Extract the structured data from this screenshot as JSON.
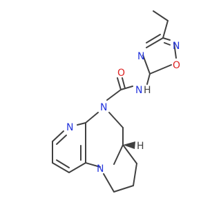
{
  "molecule": {
    "atoms": {
      "n_oxadiazole_top": "N",
      "o_oxadiazole": "O",
      "n_oxadiazole_bottom": "N",
      "nh": "N",
      "nh_h": "H",
      "carbonyl_o": "O",
      "n_diazocine": "N",
      "n_pyridine": "N",
      "n_pyrrolidine": "N",
      "stereo_h": "H"
    },
    "colors": {
      "nitrogen": "#2233dd",
      "oxygen": "#dd2222",
      "bond": "#404040"
    }
  }
}
